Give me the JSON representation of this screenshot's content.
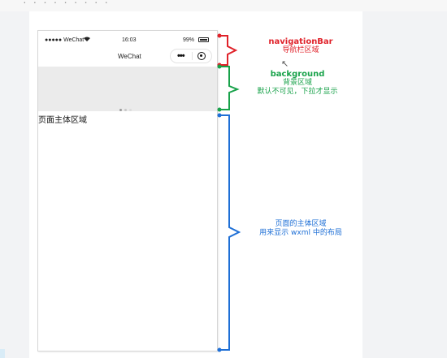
{
  "slide": {
    "title_fragment": "· · · · ·  · · · ·"
  },
  "phone": {
    "status": {
      "carrier": "●●●●● WeChat",
      "wifi_icon": "wifi-icon",
      "time": "16:03",
      "battery": "99%"
    },
    "navbar": {
      "title": "WeChat",
      "more_icon": "•••"
    },
    "main_label": "页面主体区域"
  },
  "annotations": {
    "navigation_bar": {
      "title": "navigationBar",
      "desc": "导航栏区域",
      "color": "#e0222a"
    },
    "background": {
      "title": "background",
      "line1": "背景区域",
      "line2": "默认不可见，下拉才显示",
      "color": "#18a24a"
    },
    "main": {
      "line1": "页面的主体区域",
      "line2": "用来显示 wxml 中的布局",
      "color": "#1e6fd6"
    }
  }
}
